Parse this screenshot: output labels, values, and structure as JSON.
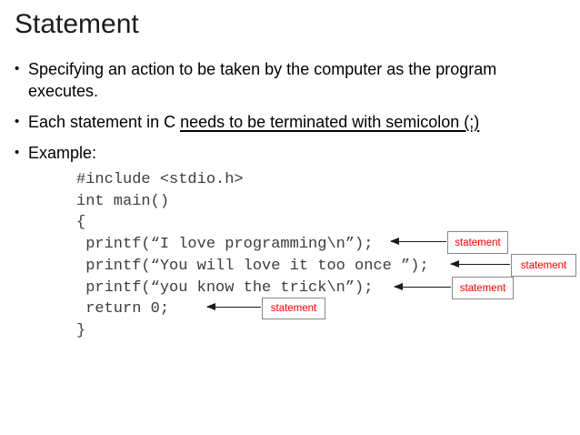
{
  "slide": {
    "title": "Statement",
    "bullets": {
      "marker": "•",
      "b1": "Specifying an action to be taken by the computer as the program executes.",
      "b2_plain": "Each statement in C ",
      "b2_underlined": "needs to be terminated with semicolon (;)",
      "b3": "Example:"
    },
    "code": {
      "lines": [
        "#include <stdio.h>",
        "int main()",
        "{",
        " printf(“I love programming\\n”);",
        " printf(“You will love it too once ”);",
        " printf(“you know the trick\\n”);",
        " return 0;",
        "}"
      ]
    },
    "annotations": [
      {
        "label": "statement"
      },
      {
        "label": "statement"
      },
      {
        "label": "statement"
      },
      {
        "label": "statement"
      }
    ],
    "colors": {
      "label_text": "#ff0000",
      "box_border": "#888888",
      "arrow": "#1a1a1a"
    }
  }
}
